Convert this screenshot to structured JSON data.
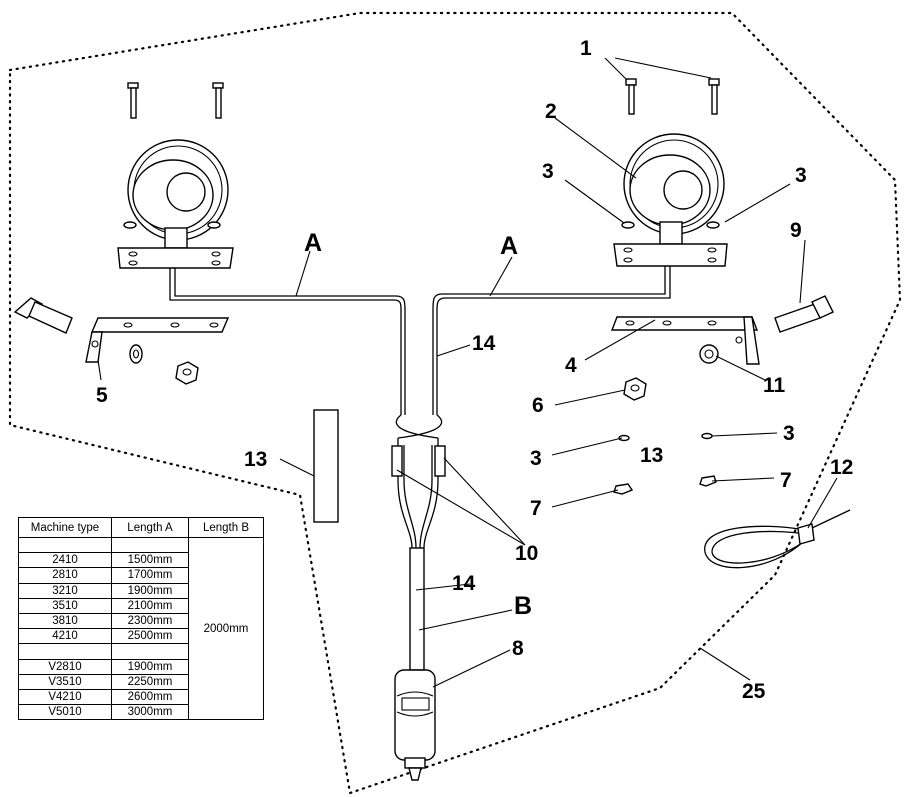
{
  "diagram": {
    "callouts": {
      "c1": "1",
      "c2": "2",
      "c3a": "3",
      "c3b": "3",
      "c3c": "3",
      "c3d": "3",
      "c4": "4",
      "c5": "5",
      "c6": "6",
      "c7a": "7",
      "c7b": "7",
      "c8": "8",
      "c9": "9",
      "c10": "10",
      "c11": "11",
      "c12": "12",
      "c13a": "13",
      "c13b": "13",
      "c14a": "14",
      "c14b": "14",
      "c25": "25"
    },
    "dimension_letters": {
      "a1": "A",
      "a2": "A",
      "b": "B"
    }
  },
  "table": {
    "headers": [
      "Machine type",
      "Length A",
      "Length B"
    ],
    "length_b": "2000mm",
    "rows": [
      [
        "",
        ""
      ],
      [
        "2410",
        "1500mm"
      ],
      [
        "2810",
        "1700mm"
      ],
      [
        "3210",
        "1900mm"
      ],
      [
        "3510",
        "2100mm"
      ],
      [
        "3810",
        "2300mm"
      ],
      [
        "4210",
        "2500mm"
      ],
      [
        "",
        ""
      ],
      [
        "V2810",
        "1900mm"
      ],
      [
        "V3510",
        "2250mm"
      ],
      [
        "V4210",
        "2600mm"
      ],
      [
        "V5010",
        "3000mm"
      ]
    ]
  }
}
